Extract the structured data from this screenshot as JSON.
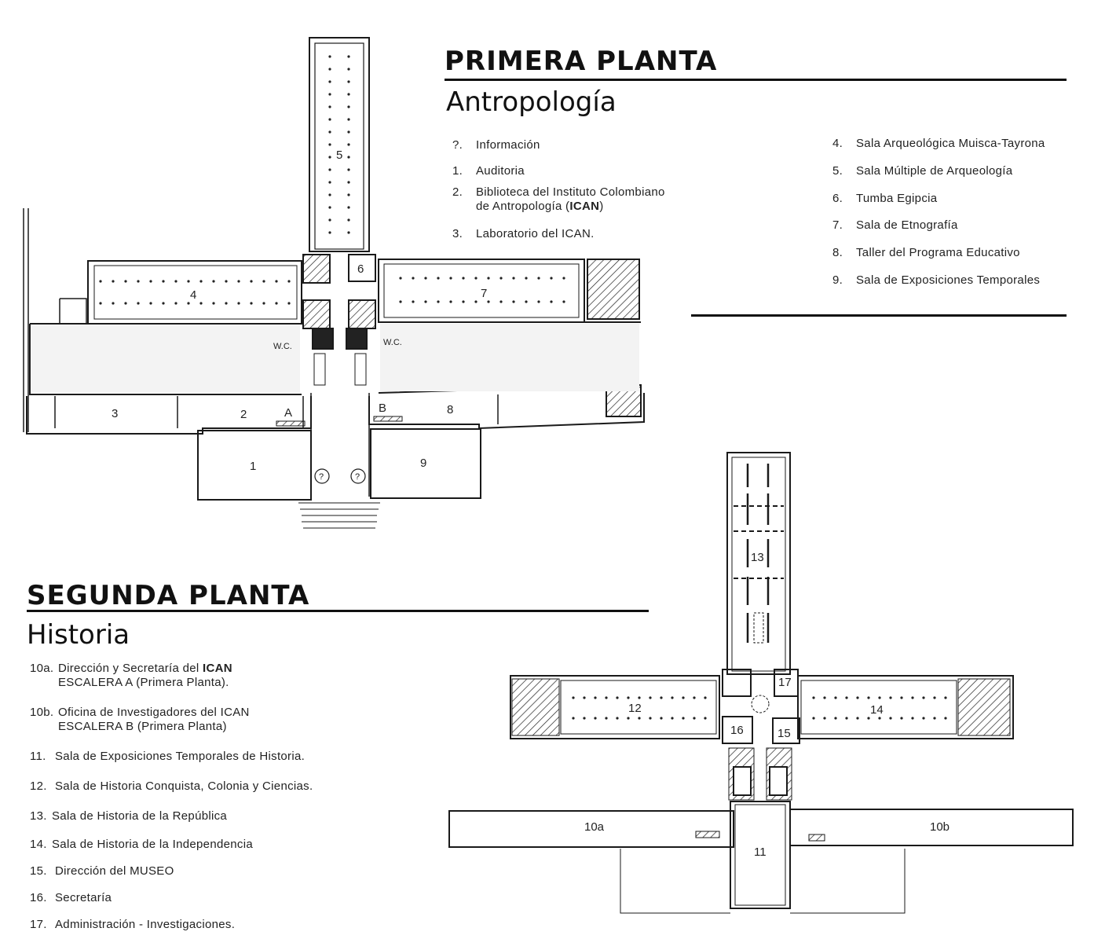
{
  "first_floor": {
    "title": "PRIMERA PLANTA",
    "subtitle": "Antropología",
    "legend_left": [
      {
        "num": "?.",
        "text": "Información"
      },
      {
        "num": "1.",
        "text": "Auditoria"
      },
      {
        "num": "2.",
        "text": "Biblioteca del Instituto Colombiano",
        "text2a": "de Antropología (",
        "text2b": "ICAN",
        "text2c": ")"
      },
      {
        "num": "3.",
        "text": "Laboratorio del ICAN."
      }
    ],
    "legend_right": [
      {
        "num": "4.",
        "text": "Sala Arqueológica Muisca-Tayrona"
      },
      {
        "num": "5.",
        "text": "Sala Múltiple de Arqueología"
      },
      {
        "num": "6.",
        "text": "Tumba Egipcia"
      },
      {
        "num": "7.",
        "text": "Sala de Etnografía"
      },
      {
        "num": "8.",
        "text": "Taller del Programa Educativo"
      },
      {
        "num": "9.",
        "text": "Sala de Exposiciones Temporales"
      }
    ],
    "plan_labels": {
      "r1": "1",
      "r2": "2",
      "r3": "3",
      "r4": "4",
      "r5": "5",
      "r6": "6",
      "r7": "7",
      "r8": "8",
      "r9": "9",
      "stair_a": "A",
      "stair_b": "B",
      "wc_left": "W.C.",
      "wc_right": "W.C.",
      "info1": "?",
      "info2": "?"
    }
  },
  "second_floor": {
    "title": "SEGUNDA PLANTA",
    "subtitle": "Historia",
    "legend": [
      {
        "num": "10a.",
        "text_a": "Dirección y Secretaría del ",
        "text_b": "ICAN",
        "line2": "ESCALERA A (Primera Planta)."
      },
      {
        "num": "10b.",
        "text_a": "Oficina de Investigadores del ICAN",
        "text_b": "",
        "line2": "ESCALERA B (Primera Planta)"
      },
      {
        "num": "11.",
        "text": "Sala de Exposiciones Temporales de Historia."
      },
      {
        "num": "12.",
        "text": "Sala de Historia Conquista, Colonia y Ciencias."
      },
      {
        "num": "13.",
        "text": "Sala de Historia de la República"
      },
      {
        "num": "14.",
        "text": "Sala de Historia de la Independencia"
      },
      {
        "num": "15.",
        "text": "Dirección del MUSEO"
      },
      {
        "num": "16.",
        "text": "Secretaría"
      },
      {
        "num": "17.",
        "text": "Administración - Investigaciones."
      }
    ],
    "plan_labels": {
      "r10a": "10a",
      "r10b": "10b",
      "r11": "11",
      "r12": "12",
      "r13": "13",
      "r14": "14",
      "r15": "15",
      "r16": "16",
      "r17": "17"
    }
  },
  "colors": {
    "ink": "#1a1a1a",
    "paper": "#ffffff",
    "wash": "#f3f3f3"
  }
}
